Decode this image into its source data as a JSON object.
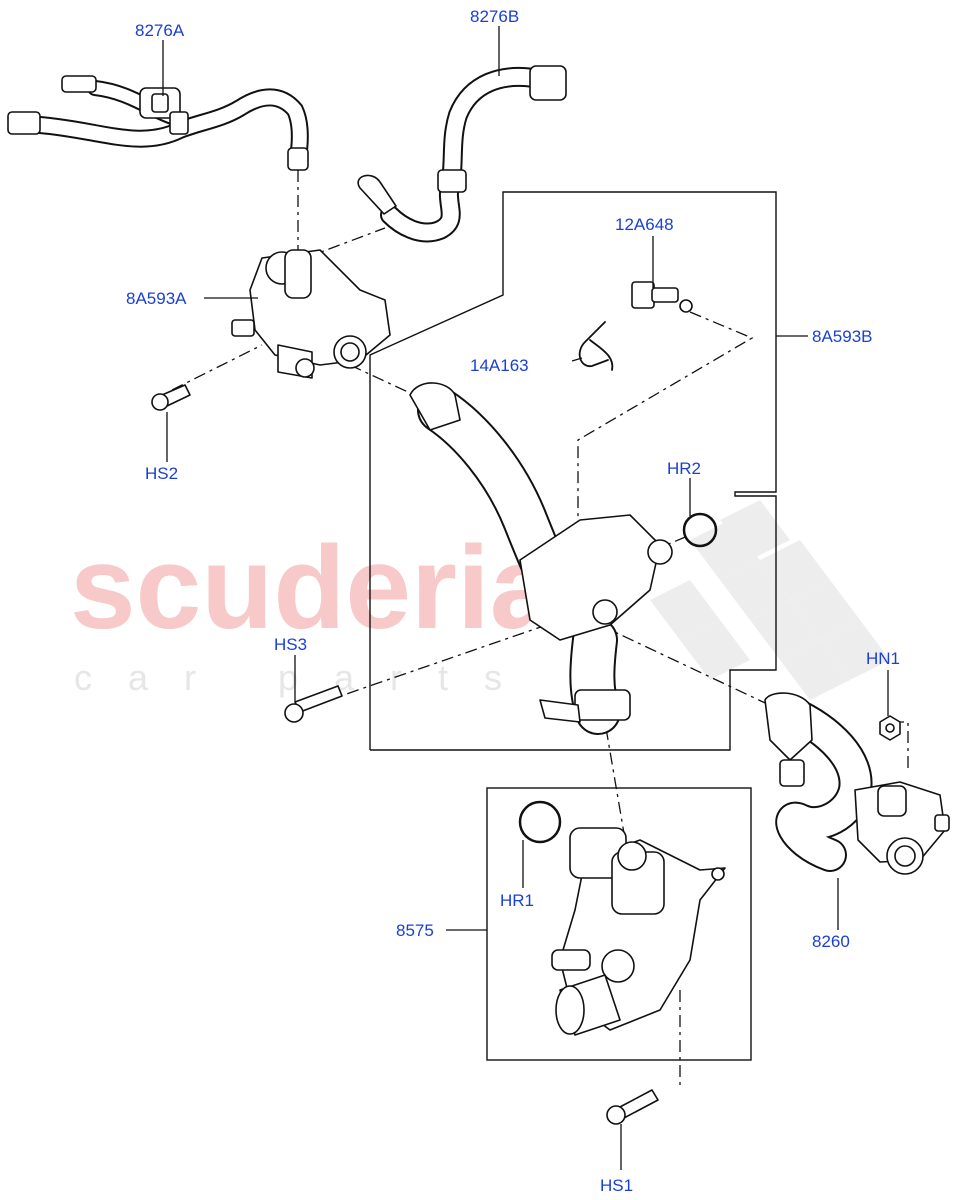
{
  "watermark": {
    "brand": "scuderia",
    "tagline": "car parts"
  },
  "labels": {
    "p8276A": "8276A",
    "p8276B": "8276B",
    "p12A648": "12A648",
    "p8A593A": "8A593A",
    "p8A593B": "8A593B",
    "p14A163": "14A163",
    "HS2": "HS2",
    "HR2": "HR2",
    "HS3": "HS3",
    "HN1": "HN1",
    "HR1": "HR1",
    "p8575": "8575",
    "p8260": "8260",
    "HS1": "HS1"
  },
  "colors": {
    "label": "#1a3fd6",
    "line": "#111111",
    "watermark_red": "#f7c9c9",
    "watermark_grey": "#e6e6e6"
  }
}
